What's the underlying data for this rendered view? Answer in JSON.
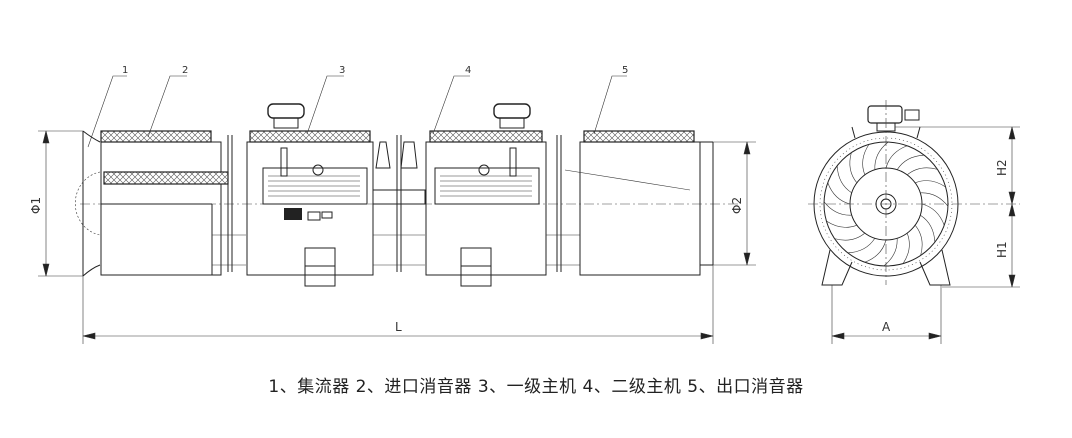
{
  "part_labels": [
    "1",
    "2",
    "3",
    "4",
    "5"
  ],
  "dimensions": {
    "inlet_diameter": "Φ1",
    "outlet_diameter": "Φ2",
    "length": "L",
    "height_upper": "H2",
    "height_lower": "H1",
    "foot_span": "A"
  },
  "caption": "1、集流器  2、进口消音器  3、一级主机  4、二级主机  5、出口消音器",
  "colors": {
    "line": "#222222",
    "background": "#ffffff"
  }
}
